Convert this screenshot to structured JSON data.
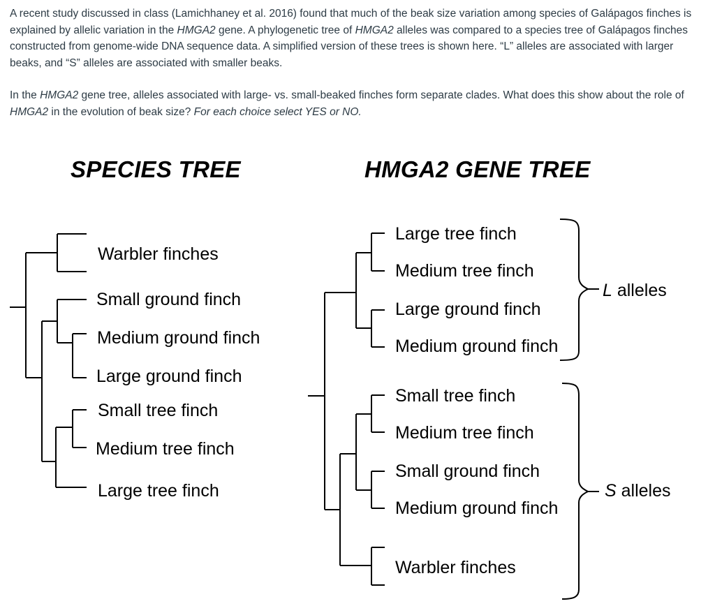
{
  "question": {
    "p1_a": "A recent study discussed in class (Lamichhaney et al. 2016) found that much of the beak size variation among species of Galápagos finches is explained by allelic variation in the ",
    "p1_b": "HMGA2",
    "p1_c": " gene.  A phylogenetic tree of ",
    "p1_d": "HMGA2",
    "p1_e": " alleles was compared to a species tree of Galápagos finches constructed from genome-wide DNA sequence data.  A simplified version of these trees is shown here.  “L” alleles are associated with larger beaks, and “S” alleles are associated with smaller beaks.",
    "p2_a": "In the ",
    "p2_b": "HMGA2",
    "p2_c": " gene tree, alleles associated with large- vs. small-beaked finches form separate clades.  What does this show about the role of ",
    "p2_d": "HMGA2",
    "p2_e": " in the evolution of beak size?  ",
    "p2_f": "For each choice select YES or NO."
  },
  "species_tree": {
    "title": "SPECIES TREE",
    "leaves": [
      "Warbler finches",
      "Small ground finch",
      "Medium ground finch",
      "Large ground finch",
      "Small tree finch",
      "Medium tree finch",
      "Large tree finch"
    ]
  },
  "gene_tree": {
    "title": "HMGA2 GENE TREE",
    "leaves": [
      "Large tree finch",
      "Medium tree finch",
      "Large ground finch",
      "Medium ground finch",
      "Small tree finch",
      "Medium tree finch",
      "Small ground finch",
      "Medium ground finch",
      "Warbler finches"
    ],
    "l_prefix": "L",
    "l_suffix": " alleles",
    "s_prefix": "S",
    "s_suffix": " alleles"
  }
}
